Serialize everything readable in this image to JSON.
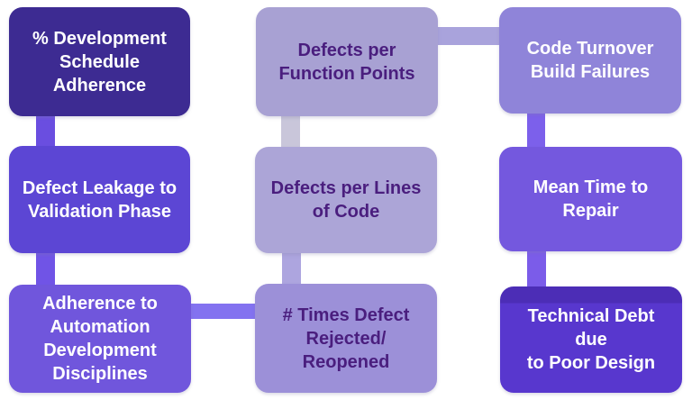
{
  "diagram": {
    "type": "metrics-grid",
    "boxes": [
      {
        "id": "development-schedule-adherence",
        "label": "% Development\nSchedule\nAdherence",
        "fill": "#3D2B92",
        "text_color": "#FFFFFF"
      },
      {
        "id": "defects-per-function-points",
        "label": "Defects per\nFunction Points",
        "fill": "#A8A1D3",
        "text_color": "#4A1E7E"
      },
      {
        "id": "code-turnover-build-failures",
        "label": "Code Turnover\nBuild Failures",
        "fill": "#8F84D9",
        "text_color": "#FFFFFF"
      },
      {
        "id": "defect-leakage-to-validation-phase",
        "label": "Defect Leakage to\nValidation Phase",
        "fill": "#5C46D4",
        "text_color": "#FFFFFF"
      },
      {
        "id": "defects-per-lines-of-code",
        "label": "Defects per Lines\nof Code",
        "fill": "#ACA5D7",
        "text_color": "#4A1E7E"
      },
      {
        "id": "mean-time-to-repair",
        "label": "Mean Time to\nRepair",
        "fill": "#7458DE",
        "text_color": "#FFFFFF"
      },
      {
        "id": "adherence-to-automation-development-disciplines",
        "label": "Adherence to\nAutomation\nDevelopment\nDisciplines",
        "fill": "#7056DC",
        "text_color": "#FFFFFF"
      },
      {
        "id": "times-defect-rejected-reopened",
        "label": "# Times Defect\nRejected/\nReopened",
        "fill": "#9C90D8",
        "text_color": "#4A1E7E"
      },
      {
        "id": "technical-debt-due-to-poor-design",
        "label": "Technical Debt due\nto Poor Design",
        "fill": "#5837CE",
        "text_color": "#FFFFFF"
      }
    ],
    "connectors": [
      {
        "from": "development-schedule-adherence",
        "to": "defect-leakage-to-validation-phase",
        "orientation": "vertical",
        "color": "#6A4EE0"
      },
      {
        "from": "defect-leakage-to-validation-phase",
        "to": "adherence-to-automation-development-disciplines",
        "orientation": "vertical",
        "color": "#7054E6"
      },
      {
        "from": "defects-per-function-points",
        "to": "defects-per-lines-of-code",
        "orientation": "vertical",
        "color": "#C9C6DA"
      },
      {
        "from": "defects-per-lines-of-code",
        "to": "times-defect-rejected-reopened",
        "orientation": "vertical",
        "color": "#ADA5DF"
      },
      {
        "from": "code-turnover-build-failures",
        "to": "mean-time-to-repair",
        "orientation": "vertical",
        "color": "#7C60EB"
      },
      {
        "from": "mean-time-to-repair",
        "to": "technical-debt-due-to-poor-design",
        "orientation": "vertical",
        "color": "#7B5CE9"
      },
      {
        "from": "defects-per-function-points",
        "to": "code-turnover-build-failures",
        "orientation": "horizontal",
        "color": "#A9A3DC"
      },
      {
        "from": "adherence-to-automation-development-disciplines",
        "to": "times-defect-rejected-reopened",
        "orientation": "horizontal",
        "color": "#8372F0"
      }
    ],
    "background_color": "#FFFFFF"
  }
}
